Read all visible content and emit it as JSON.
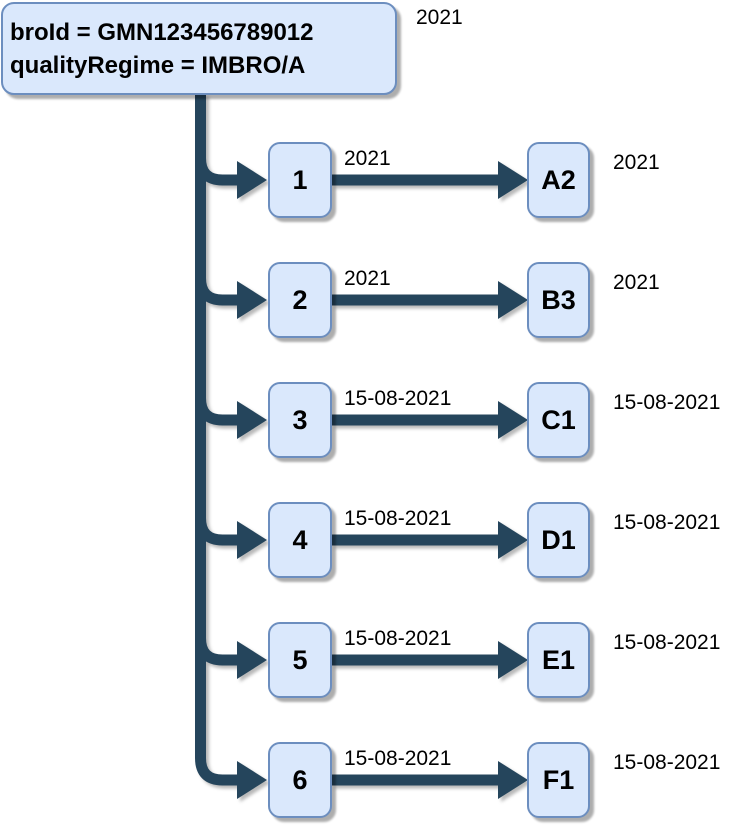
{
  "diagram": {
    "root": {
      "line1": "broId = GMN123456789012",
      "line2": "qualityRegime = IMBRO/A",
      "year_label": "2021"
    },
    "rows": [
      {
        "source": "1",
        "edge_label": "2021",
        "target": "A2",
        "right_label": "2021"
      },
      {
        "source": "2",
        "edge_label": "2021",
        "target": "B3",
        "right_label": "2021"
      },
      {
        "source": "3",
        "edge_label": "15-08-2021",
        "target": "C1",
        "right_label": "15-08-2021"
      },
      {
        "source": "4",
        "edge_label": "15-08-2021",
        "target": "D1",
        "right_label": "15-08-2021"
      },
      {
        "source": "5",
        "edge_label": "15-08-2021",
        "target": "E1",
        "right_label": "15-08-2021"
      },
      {
        "source": "6",
        "edge_label": "15-08-2021",
        "target": "F1",
        "right_label": "15-08-2021"
      }
    ],
    "colors": {
      "node_fill": "#dae8fc",
      "node_border": "#6c8ebf",
      "connector": "#25455c",
      "text": "#000000"
    }
  }
}
